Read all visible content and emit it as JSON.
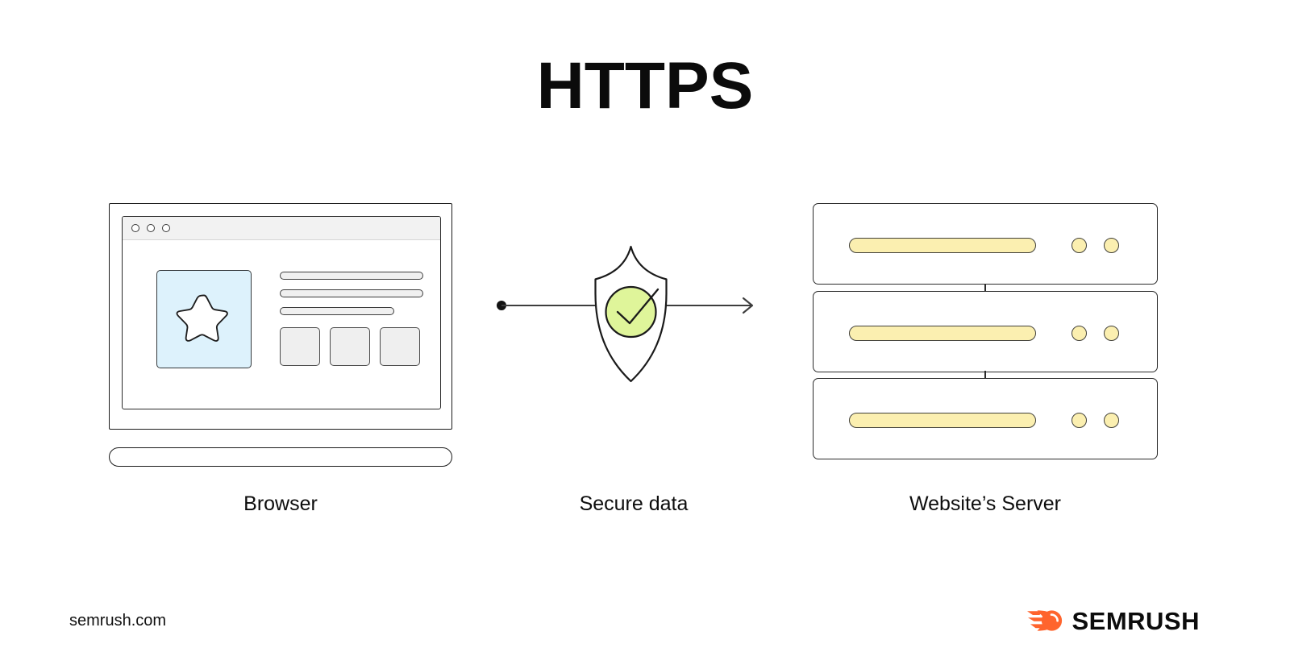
{
  "title": "HTTPS",
  "diagram": {
    "type": "flow",
    "nodes": [
      {
        "id": "browser",
        "label": "Browser",
        "icon": "laptop-browser-icon"
      },
      {
        "id": "secure-data",
        "label": "Secure data",
        "icon": "shield-check-icon"
      },
      {
        "id": "website-server",
        "label": "Website’s Server",
        "icon": "server-rack-icon"
      }
    ],
    "connector": {
      "kind": "arrow",
      "from": "browser",
      "to": "website-server",
      "start_cap": "dot",
      "end_cap": "arrowhead",
      "passes_through": "secure-data"
    }
  },
  "browser_mock": {
    "titlebar_dots": 3,
    "image_placeholder_icon": "star-icon",
    "text_lines": [
      "full",
      "full",
      "short"
    ],
    "card_count": 3
  },
  "server_mock": {
    "units": 3,
    "bar_per_unit": 1,
    "leds_per_unit": 2
  },
  "captions": {
    "browser": "Browser",
    "secure_data": "Secure data",
    "server": "Website’s Server"
  },
  "footer": {
    "url": "semrush.com",
    "brand": "SEMRUSH",
    "brand_icon": "semrush-comet-icon"
  },
  "colors": {
    "background": "#ffffff",
    "ink": "#1b1b1b",
    "title": "#0b0b0b",
    "image_placeholder": "#ddf2fc",
    "shield_check": "#dff59a",
    "server_yellow": "#fbefb0",
    "card_gray": "#efefef",
    "titlebar_gray": "#f2f2f2",
    "brand_orange": "#ff642d"
  }
}
